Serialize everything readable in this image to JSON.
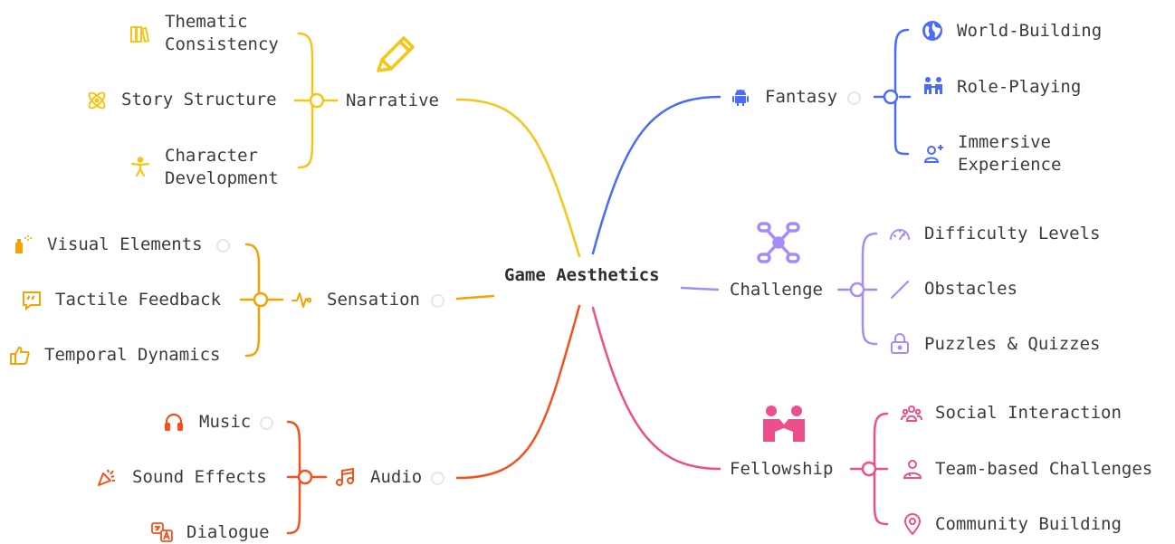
{
  "center": {
    "label": "Game Aesthetics"
  },
  "colors": {
    "narrative": "#f5c518",
    "sensation": "#f5a300",
    "audio": "#f4511e",
    "fantasy": "#4a6cf7",
    "challenge": "#a78bfa",
    "fellowship": "#ec4f8b"
  },
  "branches": {
    "narrative": {
      "label": "Narrative",
      "icon": "pencil-icon",
      "children": [
        {
          "label": "Thematic Consistency",
          "icon": "books-icon"
        },
        {
          "label": "Story Structure",
          "icon": "atom-icon"
        },
        {
          "label": "Character Development",
          "icon": "person-icon"
        }
      ]
    },
    "sensation": {
      "label": "Sensation",
      "icon": "pulse-icon",
      "children": [
        {
          "label": "Visual Elements",
          "icon": "spray-icon"
        },
        {
          "label": "Tactile Feedback",
          "icon": "quote-bubble-icon"
        },
        {
          "label": "Temporal Dynamics",
          "icon": "thumbs-up-icon"
        }
      ]
    },
    "audio": {
      "label": "Audio",
      "icon": "music-note-icon",
      "children": [
        {
          "label": "Music",
          "icon": "headphones-icon"
        },
        {
          "label": "Sound Effects",
          "icon": "party-popper-icon"
        },
        {
          "label": "Dialogue",
          "icon": "translate-icon"
        }
      ]
    },
    "fantasy": {
      "label": "Fantasy",
      "icon": "android-icon",
      "children": [
        {
          "label": "World-Building",
          "icon": "globe-icon"
        },
        {
          "label": "Role-Playing",
          "icon": "people-icon"
        },
        {
          "label": "Immersive Experience",
          "icon": "add-user-icon"
        }
      ]
    },
    "challenge": {
      "label": "Challenge",
      "icon": "nodes-icon",
      "children": [
        {
          "label": "Difficulty Levels",
          "icon": "gauge-icon"
        },
        {
          "label": "Obstacles",
          "icon": "slash-icon"
        },
        {
          "label": "Puzzles & Quizzes",
          "icon": "lock-icon"
        }
      ]
    },
    "fellowship": {
      "label": "Fellowship",
      "icon": "handshake-icon",
      "children": [
        {
          "label": "Social Interaction",
          "icon": "group-icon"
        },
        {
          "label": "Team-based Challenges",
          "icon": "team-icon"
        },
        {
          "label": "Community Building",
          "icon": "map-pin-icon"
        }
      ]
    }
  }
}
